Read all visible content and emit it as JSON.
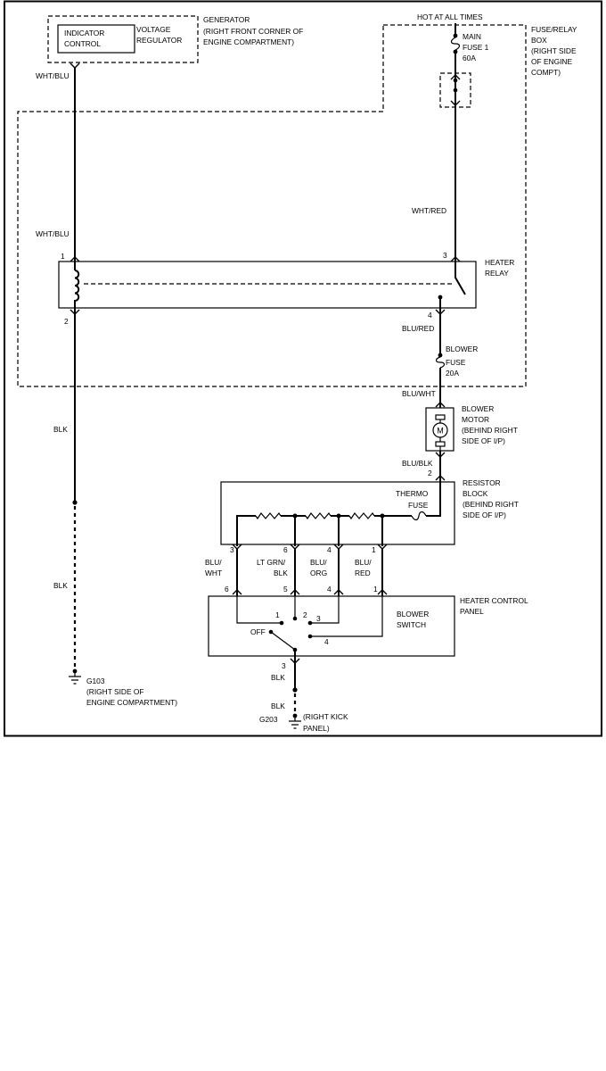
{
  "generator": {
    "title": "GENERATOR",
    "location_1": "(RIGHT FRONT CORNER OF",
    "location_2": "ENGINE COMPARTMENT)",
    "indicator_1": "INDICATOR",
    "indicator_2": "CONTROL",
    "regulator_1": "VOLTAGE",
    "regulator_2": "REGULATOR"
  },
  "power_source": "HOT AT ALL TIMES",
  "main_fuse": {
    "line_1": "MAIN",
    "line_2": "FUSE 1",
    "rating": "60A"
  },
  "fuse_relay_box": {
    "line_1": "FUSE/RELAY",
    "line_2": "BOX",
    "line_3": "(RIGHT SIDE",
    "line_4": "OF ENGINE",
    "line_5": "COMPT)"
  },
  "heater_relay": {
    "line_1": "HEATER",
    "line_2": "RELAY",
    "pin_1": "1",
    "pin_2": "2",
    "pin_3": "3",
    "pin_4": "4"
  },
  "blower_fuse": {
    "line_1": "BLOWER",
    "line_2": "FUSE",
    "rating": "20A"
  },
  "blower_motor": {
    "line_1": "BLOWER",
    "line_2": "MOTOR",
    "line_3": "(BEHIND RIGHT",
    "line_4": "SIDE OF I/P)",
    "symbol": "M"
  },
  "resistor_block": {
    "line_1": "RESISTOR",
    "line_2": "BLOCK",
    "line_3": "(BEHIND RIGHT",
    "line_4": "SIDE OF I/P)",
    "input_pin": "2",
    "thermo_fuse_1": "THERMO",
    "thermo_fuse_2": "FUSE",
    "output_pins": [
      "3",
      "6",
      "4",
      "1"
    ]
  },
  "heater_control_panel": {
    "line_1": "HEATER CONTROL",
    "line_2": "PANEL",
    "input_pins": [
      "6",
      "5",
      "4",
      "1"
    ],
    "output_pin": "3",
    "switch_1": "BLOWER",
    "switch_2": "SWITCH",
    "positions": {
      "off": "OFF",
      "p1": "1",
      "p2": "2",
      "p3": "3",
      "p4": "4"
    }
  },
  "wires": {
    "generator_out": "WHT/BLU",
    "relay_pin_1": "WHT/BLU",
    "fuse_to_relay": "WHT/RED",
    "relay_to_fuse": "BLU/RED",
    "fuse_to_motor": "BLU/WHT",
    "motor_to_resistor": "BLU/BLK",
    "relay_ground_upper": "BLK",
    "relay_ground_lower": "BLK",
    "harness": [
      {
        "line_1": "BLU/",
        "line_2": "WHT"
      },
      {
        "line_1": "LT GRN/",
        "line_2": "BLK"
      },
      {
        "line_1": "BLU/",
        "line_2": "ORG"
      },
      {
        "line_1": "BLU/",
        "line_2": "RED"
      }
    ],
    "switch_ground_upper": "BLK",
    "switch_ground_lower": "BLK"
  },
  "grounds": {
    "g103": {
      "id": "G103",
      "line_1": "(RIGHT SIDE OF",
      "line_2": "ENGINE COMPARTMENT)"
    },
    "g203": {
      "id": "G203",
      "line_1": "(RIGHT KICK",
      "line_2": "PANEL)"
    }
  }
}
